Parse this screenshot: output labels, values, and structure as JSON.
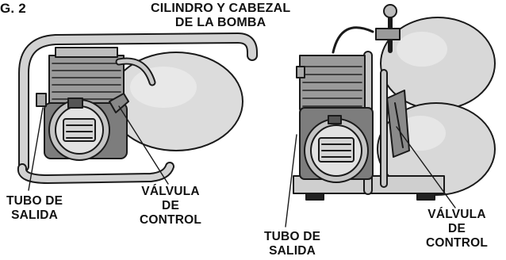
{
  "figure_label": "G. 2",
  "title": {
    "line1": "CILINDRO Y CABEZAL",
    "line2": "DE LA BOMBA"
  },
  "left_drawing": {
    "outlet_tube_label": {
      "line1": "TUBO DE",
      "line2": "SALIDA"
    },
    "check_valve_label": {
      "line1": "VÁLVULA",
      "line2": "DE",
      "line3": "CONTROL"
    }
  },
  "right_drawing": {
    "outlet_tube_label": {
      "line1": "TUBO DE",
      "line2": "SALIDA"
    },
    "check_valve_label": {
      "line1": "VÁLVULA",
      "line2": "DE",
      "line3": "CONTROL"
    }
  }
}
